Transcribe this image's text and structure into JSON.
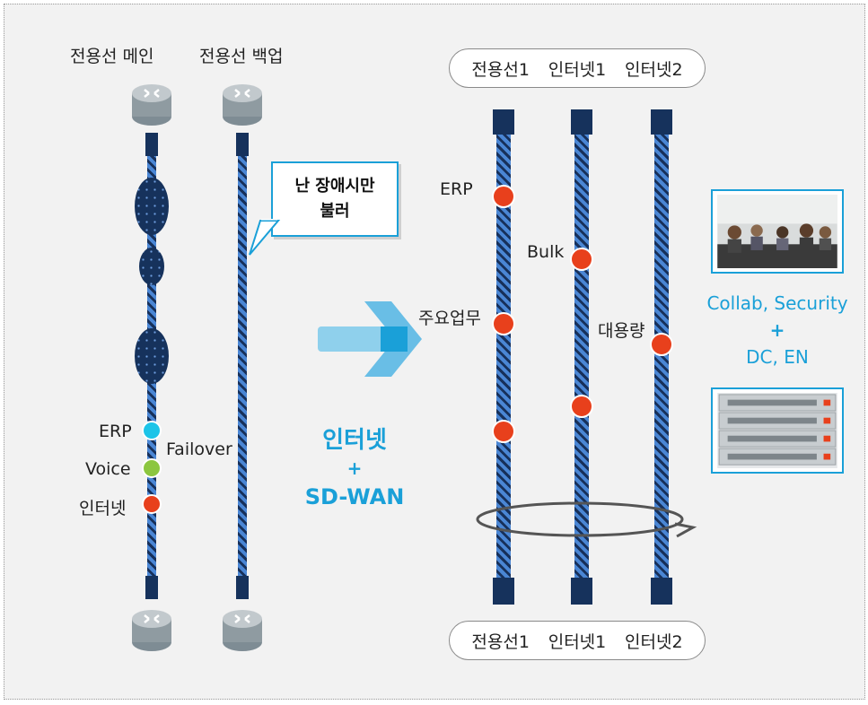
{
  "left": {
    "main_line_label": "전용선 메인",
    "backup_line_label": "전용선 백업",
    "callout": {
      "line1": "난 장애시만",
      "line2": "불러"
    },
    "failover_label": "Failover",
    "legend": [
      {
        "label": "ERP",
        "color": "#1cc4e8"
      },
      {
        "label": "Voice",
        "color": "#8cc63f"
      },
      {
        "label": "인터넷",
        "color": "#e8401c"
      }
    ]
  },
  "center": {
    "title": "인터넷",
    "plus": "+",
    "subtitle": "SD-WAN",
    "accent_color": "#1aa0d8"
  },
  "right": {
    "top_links": [
      "전용선1",
      "인터넷1",
      "인터넷2"
    ],
    "bottom_links": [
      "전용선1",
      "인터넷1",
      "인터넷2"
    ],
    "traffic_labels": {
      "erp": "ERP",
      "bulk": "Bulk",
      "main_business": "주요업무",
      "large_volume": "대용량"
    },
    "dot_color": "#e8401c",
    "services": {
      "line1": "Collab, Security",
      "plus": "+",
      "line2": "DC, EN"
    }
  },
  "icons": [
    "router-icon",
    "arrow-right-icon",
    "video-conference-image",
    "server-rack-image",
    "rotation-ring-icon"
  ]
}
